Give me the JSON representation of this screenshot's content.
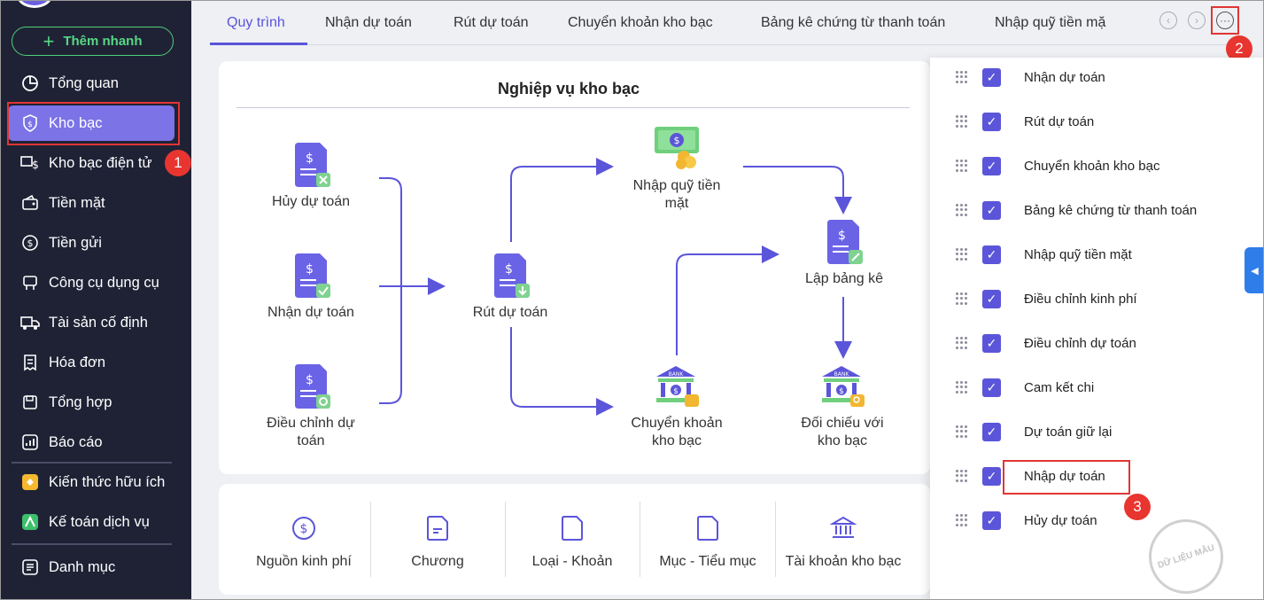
{
  "sidebar": {
    "quick_add": "Thêm nhanh",
    "items": [
      {
        "label": "Tổng quan",
        "icon": "pie-chart-icon"
      },
      {
        "label": "Kho bạc",
        "icon": "dollar-shield-icon"
      },
      {
        "label": "Kho bạc điện tử",
        "icon": "bank-transfer-icon"
      },
      {
        "label": "Tiền mặt",
        "icon": "cash-icon"
      },
      {
        "label": "Tiền gửi",
        "icon": "deposit-icon"
      },
      {
        "label": "Công cụ dụng cụ",
        "icon": "tools-icon"
      },
      {
        "label": "Tài sản cố định",
        "icon": "truck-icon"
      },
      {
        "label": "Hóa đơn",
        "icon": "invoice-icon"
      },
      {
        "label": "Tổng hợp",
        "icon": "save-icon"
      },
      {
        "label": "Báo cáo",
        "icon": "report-icon"
      },
      {
        "label": "Kiến thức hữu ích",
        "icon": "knowledge-icon"
      },
      {
        "label": "Kế toán dịch vụ",
        "icon": "service-icon"
      },
      {
        "label": "Danh mục",
        "icon": "list-icon"
      }
    ]
  },
  "tabs": [
    "Quy trình",
    "Nhận dự toán",
    "Rút dự toán",
    "Chuyển khoản kho bạc",
    "Bảng kê chứng từ thanh toán",
    "Nhập quỹ tiền mặ"
  ],
  "annotations": {
    "one": "1",
    "two": "2",
    "three": "3"
  },
  "flow": {
    "title": "Nghiệp vụ kho bạc",
    "huy_du_toan": "Hủy dự toán",
    "nhan_du_toan": "Nhận dự toán",
    "dieu_chinh_1": "Điều chỉnh dự",
    "dieu_chinh_2": "toán",
    "rut_du_toan": "Rút dự toán",
    "nhap_quy_1": "Nhập quỹ tiền",
    "nhap_quy_2": "mặt",
    "chuyen_khoan_1": "Chuyển khoản",
    "chuyen_khoan_2": "kho bạc",
    "lap_bang_ke": "Lập bảng kê",
    "doi_chieu_1": "Đối chiếu với",
    "doi_chieu_2": "kho bạc",
    "bank_text": "BANK"
  },
  "bottom": [
    "Nguồn kinh phí",
    "Chương",
    "Loại - Khoản",
    "Mục - Tiểu mục",
    "Tài khoản kho bạc"
  ],
  "panel": {
    "items": [
      "Nhận dự toán",
      "Rút dự toán",
      "Chuyển khoản kho bạc",
      "Bảng kê chứng từ thanh toán",
      "Nhập quỹ tiền mặt",
      "Điều chỉnh kinh phí",
      "Điều chỉnh dự toán",
      "Cam kết chi",
      "Dự toán giữ lại",
      "Nhập dự toán",
      "Hủy dự toán"
    ],
    "checked": [
      true,
      true,
      true,
      true,
      true,
      true,
      true,
      true,
      true,
      true,
      true
    ]
  },
  "watermark": "DỮ LIỆU MẪU",
  "colors": {
    "accent": "#5b55da",
    "sidebar_bg": "#1f2235",
    "active_nav": "#7b73e6",
    "highlight": "#e03535",
    "quick_add": "#4fcf7a"
  }
}
